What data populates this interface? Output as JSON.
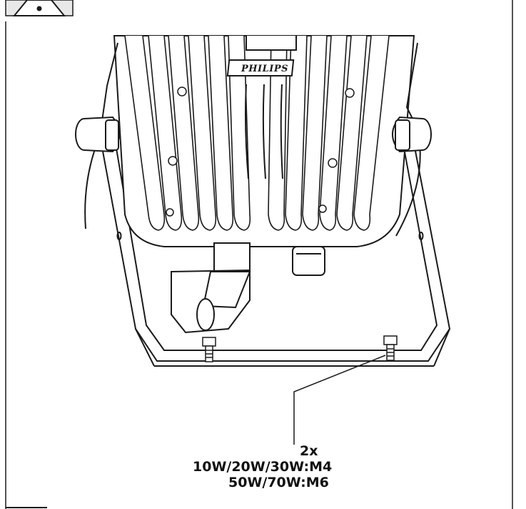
{
  "brand": {
    "logo_text": "PHILIPS"
  },
  "callout": {
    "quantity": "2x",
    "spec_line_1": "10W/20W/30W:M4",
    "spec_line_2": "50W/70W:M6"
  },
  "icons": {
    "warning": "warning-triangle-icon"
  },
  "colors": {
    "line": "#1a1a1a",
    "background": "#ffffff",
    "fin_fill": "#ffffff"
  }
}
